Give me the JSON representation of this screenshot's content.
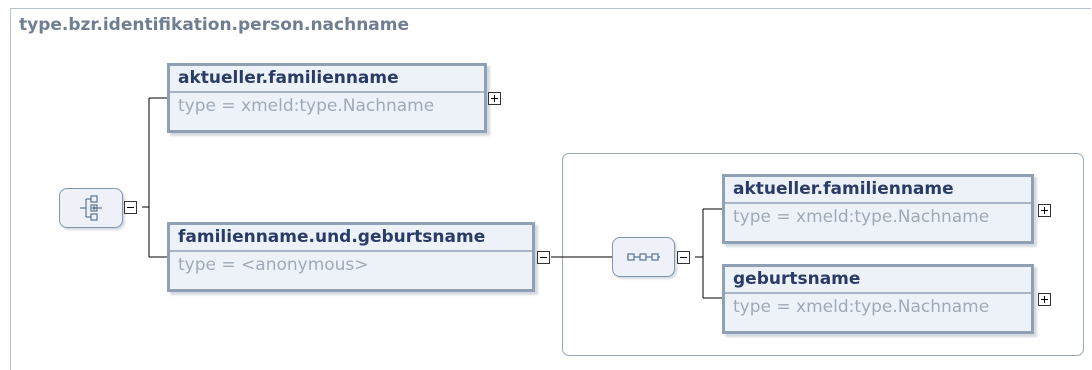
{
  "diagram": {
    "title": "type.bzr.identifikation.person.nachname",
    "elements": [
      {
        "name": "aktueller.familienname",
        "type": "type = xmeld:type.Nachname",
        "expander": "+"
      },
      {
        "name": "familienname.und.geburtsname",
        "type": "type = <anonymous>",
        "expander": "-"
      },
      {
        "name": "aktueller.familienname",
        "type": "type = xmeld:type.Nachname",
        "expander": "+"
      },
      {
        "name": "geburtsname",
        "type": "type = xmeld:type.Nachname",
        "expander": "+"
      }
    ],
    "compositors": [
      {
        "kind": "choice",
        "icon": "choice-compositor-icon",
        "expander": "-"
      },
      {
        "kind": "sequence",
        "icon": "sequence-compositor-icon",
        "expander": "-"
      }
    ],
    "colors": {
      "title": "#6f7f91",
      "element_name": "#2a3b66",
      "element_type": "#a0aab6",
      "element_fill": "#edf2f9",
      "element_border": "#8fa0b4",
      "connector": "#000000"
    }
  }
}
